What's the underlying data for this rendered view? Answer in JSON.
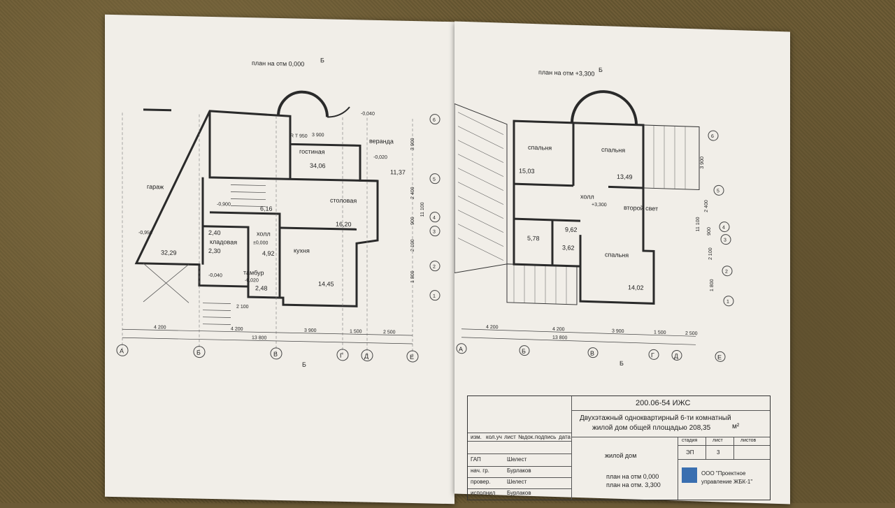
{
  "plan_left": {
    "title": "план на отм 0,000",
    "section_mark": "Б",
    "rooms": {
      "garage": {
        "name": "гараж",
        "area": "32,29",
        "level": "-0,950"
      },
      "living": {
        "name": "гостиная",
        "area": "34,06",
        "mark": "R T 950"
      },
      "veranda": {
        "name": "веранда",
        "area": "11,37",
        "level": "-0,020",
        "roof_level": "-0,040"
      },
      "dining": {
        "name": "столовая",
        "area": "16,20"
      },
      "kitchen": {
        "name": "кухня",
        "area": "14,45"
      },
      "hall": {
        "name": "холл",
        "area": "4,92",
        "level": "±0,000"
      },
      "storage": {
        "name": "кладовая",
        "area": "2,30"
      },
      "tambour": {
        "name": "тамбур",
        "area": "2,48",
        "level": "-0,020"
      },
      "stair": {
        "area": "6,16",
        "level": "-0,900"
      },
      "wc": {
        "area": "2,40"
      },
      "entrance_level": "-0,040"
    },
    "dims_bottom": [
      "4 200",
      "4 200",
      "3 900",
      "1 500",
      "2 500"
    ],
    "total_width": "13 800",
    "dim_inner": "3 900",
    "dim_lower": "2 100",
    "axes_letters": [
      "А",
      "Б",
      "В",
      "Г",
      "Д",
      "Е"
    ],
    "axes_numbers": [
      "6",
      "5",
      "4",
      "3",
      "2",
      "1"
    ],
    "dims_right": [
      "3 900",
      "2 400",
      "900",
      "2 100",
      "1 800"
    ],
    "total_height": "11 100"
  },
  "plan_right": {
    "title": "план на отм +3,300",
    "section_mark": "Б",
    "rooms": {
      "bed1": {
        "name": "спальня",
        "area": "15,03"
      },
      "bed2": {
        "name": "спальня",
        "area": "13,49"
      },
      "bed3": {
        "name": "спальня",
        "area": "14,02"
      },
      "hall": {
        "name": "холл",
        "area": "9,62",
        "level": "+3,300"
      },
      "second_light": {
        "name": "второй свет"
      },
      "bath1": {
        "area": "5,78"
      },
      "bath2": {
        "area": "3,62"
      }
    },
    "dims_bottom": [
      "4 200",
      "4 200",
      "3 900",
      "1 500",
      "2 500"
    ],
    "total_width": "13 800",
    "axes_letters": [
      "А",
      "Б",
      "В",
      "Г",
      "Д",
      "Е"
    ],
    "axes_numbers": [
      "6",
      "5",
      "4",
      "3",
      "2",
      "1"
    ],
    "dims_right": [
      "3 900",
      "2 400",
      "900",
      "2 100",
      "1 800"
    ],
    "total_height": "11 100"
  },
  "title_block": {
    "code": "200.06-54 ИЖС",
    "description_line1": "Двухэтажный одноквартирный 6-ти комнатный",
    "description_line2": "жилой дом общей площадью 208,35",
    "unit": "м²",
    "col_headers": [
      "изм.",
      "кол.уч",
      "лист",
      "№док.",
      "подпись",
      "дата"
    ],
    "stage_headers": [
      "стадия",
      "лист",
      "листов"
    ],
    "stage_values": [
      "ЭП",
      "3",
      ""
    ],
    "object": "жилой дом",
    "sheet_line1": "план на отм 0,000",
    "sheet_line2": "план на отм. 3,300",
    "staff": [
      {
        "role": "ГАП",
        "name": "Шелест"
      },
      {
        "role": "нач. гр.",
        "name": "Бурлаков"
      },
      {
        "role": "провер.",
        "name": "Шелест"
      },
      {
        "role": "исполнил",
        "name": "Бурлаков"
      }
    ],
    "company_line1": "ООО \"Проектное",
    "company_line2": "управление ЖБК-1\""
  },
  "colors": {
    "paper": "#f1eee8",
    "ink": "#2a2a2a",
    "carpet": "#6b5a36"
  }
}
